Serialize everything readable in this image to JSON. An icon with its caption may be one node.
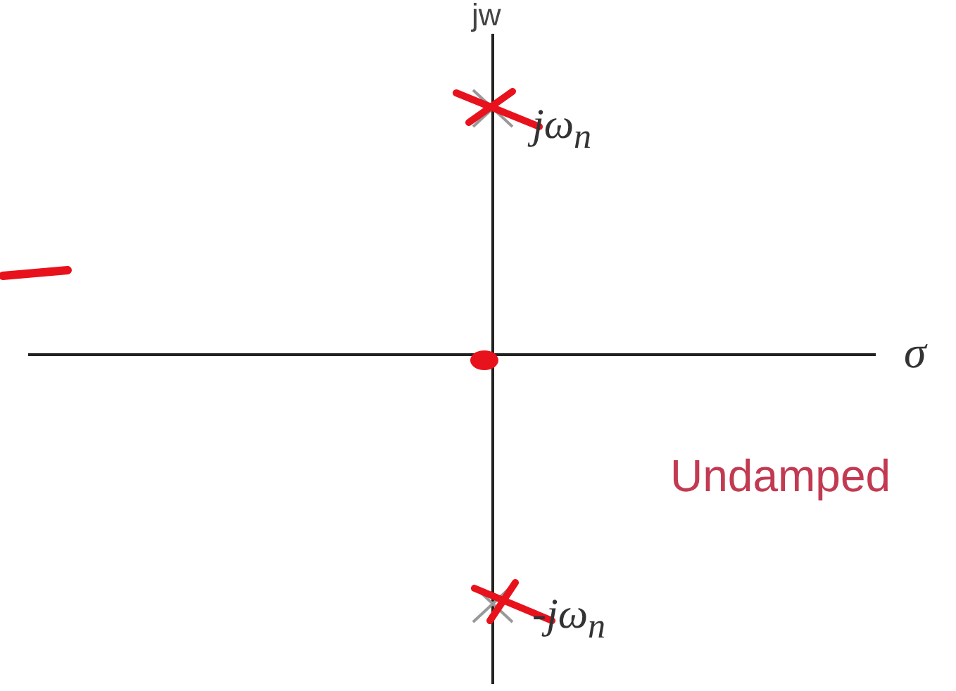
{
  "diagram": {
    "labels": [
      "jw",
      "jω$_{n}$",
      "-jω$_{n}$",
      "σ",
      "Undamped"
    ]
  }
}
